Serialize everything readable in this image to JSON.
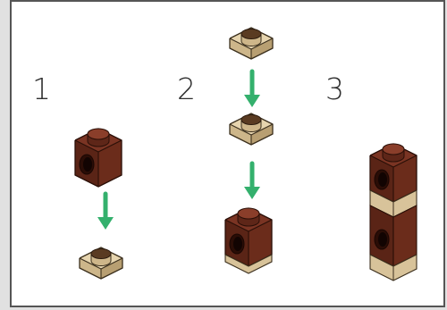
{
  "steps": [
    {
      "number": "1"
    },
    {
      "number": "2"
    },
    {
      "number": "3"
    }
  ],
  "colors": {
    "background_gray": "#e1e1e1",
    "frame_border": "#555555",
    "arrow_green": "#34b06d",
    "brick_red_brown": "#5c2315",
    "plate_tan": "#d8c39a"
  }
}
